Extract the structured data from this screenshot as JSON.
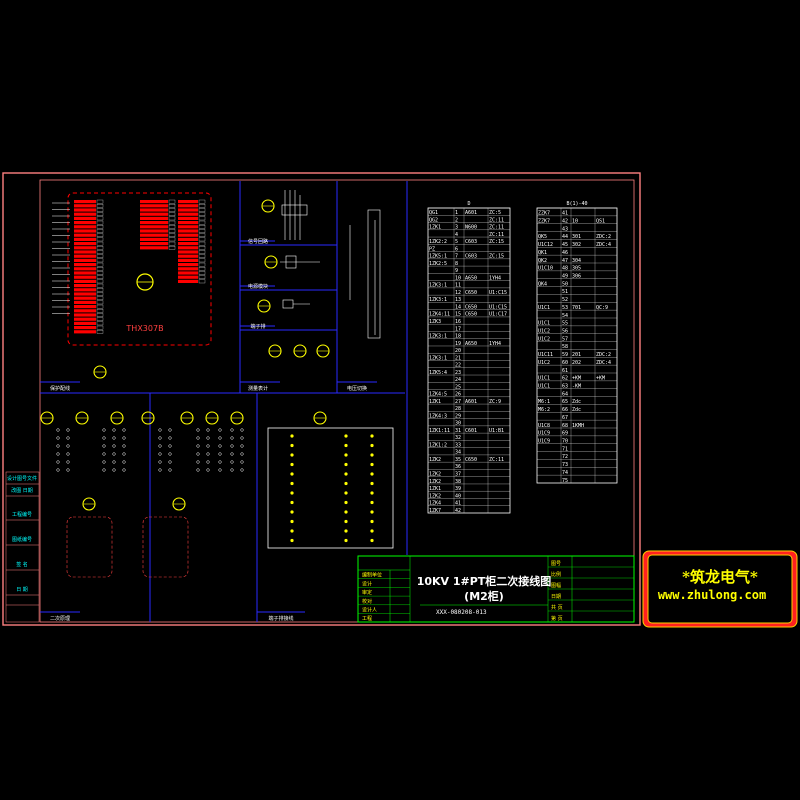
{
  "drawing": {
    "title_line1": "10KV 1#PT柜二次接线图",
    "title_line2": "(M2柜)",
    "drawing_number": "XXX-080208-013",
    "device_label": "THX307B"
  },
  "left_strip": {
    "labels": [
      "设计图号文件",
      "改图 日期",
      "工程编号",
      "图纸编号",
      "签 名",
      "日 期"
    ]
  },
  "table_left": {
    "header": "D",
    "rows": [
      [
        "QG1",
        "1",
        "A601",
        "ZC:5"
      ],
      [
        "QG2",
        "2",
        "",
        "ZC:11"
      ],
      [
        "1ZK1",
        "3",
        "N600",
        "ZC:11"
      ],
      [
        "",
        "4",
        "",
        "ZC:11"
      ],
      [
        "1ZK2:2",
        "5",
        "C603",
        "ZC:15"
      ],
      [
        "PZ",
        "6",
        "",
        ""
      ],
      [
        "1ZK5:1",
        "7",
        "C603",
        "ZC:15"
      ],
      [
        "1ZK2:5",
        "8",
        "",
        ""
      ],
      [
        "",
        "9",
        "",
        ""
      ],
      [
        "",
        "10",
        "A650",
        "1YH4"
      ],
      [
        "1ZK3:1",
        "11",
        "",
        ""
      ],
      [
        "",
        "12",
        "C650",
        "U1:C15"
      ],
      [
        "1ZK3:1",
        "13",
        "",
        ""
      ],
      [
        "",
        "14",
        "C650",
        "U1:C15"
      ],
      [
        "1ZK4:11",
        "15",
        "C650",
        "U1:C17"
      ],
      [
        "1ZK3",
        "16",
        "",
        ""
      ],
      [
        "",
        "17",
        "",
        ""
      ],
      [
        "1ZK3:1",
        "18",
        "",
        ""
      ],
      [
        "",
        "19",
        "A650",
        "1YH4"
      ],
      [
        "",
        "20",
        "",
        ""
      ],
      [
        "1ZK3:1",
        "21",
        "",
        ""
      ],
      [
        "",
        "22",
        "",
        ""
      ],
      [
        "1ZK5:4",
        "23",
        "",
        ""
      ],
      [
        "",
        "24",
        "",
        ""
      ],
      [
        "",
        "25",
        "",
        ""
      ],
      [
        "1ZK4:5",
        "26",
        "",
        ""
      ],
      [
        "1ZK1",
        "27",
        "A601",
        "ZC:9"
      ],
      [
        "",
        "28",
        "",
        ""
      ],
      [
        "1ZK4:3",
        "29",
        "",
        ""
      ],
      [
        "",
        "30",
        "",
        ""
      ],
      [
        "1ZK1:11",
        "31",
        "C601",
        "U1:B1"
      ],
      [
        "",
        "32",
        "",
        ""
      ],
      [
        "1ZK1:2",
        "33",
        "",
        ""
      ],
      [
        "",
        "34",
        "",
        ""
      ],
      [
        "1ZK2",
        "35",
        "C650",
        "ZC:11"
      ],
      [
        "",
        "36",
        "",
        ""
      ],
      [
        "1ZK2",
        "37",
        "",
        ""
      ],
      [
        "1ZK2",
        "38",
        "",
        ""
      ],
      [
        "1ZK1",
        "39",
        "",
        ""
      ],
      [
        "1ZK2",
        "40",
        "",
        ""
      ],
      [
        "1ZK4",
        "41",
        "",
        ""
      ],
      [
        "1ZK7",
        "42",
        "",
        ""
      ]
    ]
  },
  "table_right": {
    "header": "B(1)-40",
    "rows": [
      [
        "ZZK7",
        "41",
        "",
        ""
      ],
      [
        "ZZK7",
        "42",
        "10",
        "QS1"
      ],
      [
        "",
        "43",
        "",
        ""
      ],
      [
        "QK5",
        "44",
        "301",
        "ZDC:2"
      ],
      [
        "U1C12",
        "45",
        "302",
        "ZDC:4"
      ],
      [
        "QK1",
        "46",
        "",
        ""
      ],
      [
        "QK2",
        "47",
        "304",
        ""
      ],
      [
        "U1C10",
        "48",
        "305",
        ""
      ],
      [
        "",
        "49",
        "306",
        ""
      ],
      [
        "QK4",
        "50",
        "",
        ""
      ],
      [
        "",
        "51",
        "",
        ""
      ],
      [
        "",
        "52",
        "",
        ""
      ],
      [
        "U1C1",
        "53",
        "701",
        "QC:9"
      ],
      [
        "",
        "54",
        "",
        ""
      ],
      [
        "U1C1",
        "55",
        "",
        ""
      ],
      [
        "U1C2",
        "56",
        "",
        ""
      ],
      [
        "U1C2",
        "57",
        "",
        ""
      ],
      [
        "",
        "58",
        "",
        ""
      ],
      [
        "U1C11",
        "59",
        "201",
        "ZDC:2"
      ],
      [
        "U1C2",
        "60",
        "202",
        "ZDC:4"
      ],
      [
        "",
        "61",
        "",
        ""
      ],
      [
        "U1C1",
        "62",
        "+KM",
        "+KM"
      ],
      [
        "U1C1",
        "63",
        "-KM",
        ""
      ],
      [
        "",
        "64",
        "",
        ""
      ],
      [
        "M6:1",
        "65",
        "Zdc",
        ""
      ],
      [
        "M6:2",
        "66",
        "Zdc",
        ""
      ],
      [
        "",
        "67",
        "",
        ""
      ],
      [
        "U1C8",
        "68",
        "1KMH",
        ""
      ],
      [
        "U1C9",
        "69",
        "",
        ""
      ],
      [
        "U1C9",
        "70",
        "",
        ""
      ],
      [
        "",
        "71",
        "",
        ""
      ],
      [
        "",
        "72",
        "",
        ""
      ],
      [
        "",
        "73",
        "",
        ""
      ],
      [
        "",
        "74",
        "",
        ""
      ],
      [
        "",
        "75",
        "",
        ""
      ]
    ]
  },
  "block_labels": {
    "b1": "保护配线",
    "b2": "测量表计",
    "b3": "电压切换",
    "b4": "信号回路",
    "b5": "电源模块",
    "b6": "端子排",
    "b7": "二次原理",
    "b8": "端子排接线"
  },
  "title_block_left": {
    "rows": [
      "编制单位",
      "设计",
      "审定",
      "校对",
      "设计人",
      "工程"
    ]
  },
  "title_block_right": {
    "rows": [
      "图号",
      "比例",
      "图幅",
      "日期",
      "共 页",
      "第 页"
    ]
  },
  "logo": {
    "cn": "*筑龙电气*",
    "url": "www.zhulong.com"
  },
  "colors": {
    "frame": "#ff8080",
    "grid": "#1e1eff",
    "title_border": "#00ff00",
    "red_fill": "#ff0000",
    "logo_bg": "#ff0000",
    "logo_text": "#ffff00",
    "white": "#ffffff"
  }
}
